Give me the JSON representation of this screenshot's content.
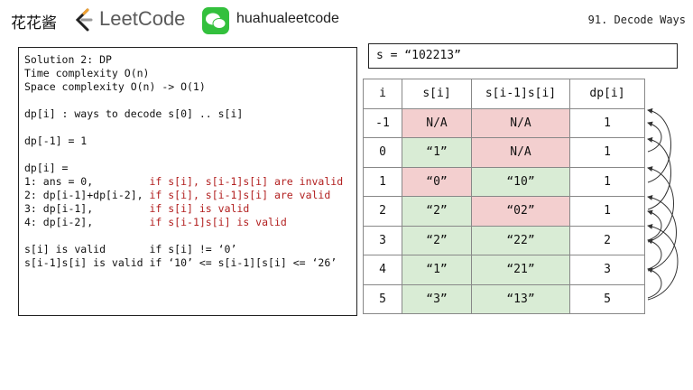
{
  "header": {
    "brand_cn": "花花酱",
    "logo_text": "LeetCode",
    "wechat_name": "huahualeetcode",
    "problem_title": "91. Decode Ways"
  },
  "notes": {
    "line1": "Solution 2: DP",
    "line2": "Time complexity O(n)",
    "line3": "Space complexity O(n) -> O(1)",
    "line4": "dp[i] : ways to decode s[0] .. s[i]",
    "line5": "dp[-1] = 1",
    "line6": "dp[i] =",
    "rule1_code": "1: ans = 0,         ",
    "rule1_cond": "if s[i], s[i-1]s[i] are invalid",
    "rule2_code": "2: dp[i-1]+dp[i-2], ",
    "rule2_cond": "if s[i], s[i-1]s[i] are valid",
    "rule3_code": "3: dp[i-1],         ",
    "rule3_cond": "if s[i] is valid",
    "rule4_code": "4: dp[i-2],         ",
    "rule4_cond": "if s[i-1]s[i] is valid",
    "valid1": "s[i] is valid       if s[i] != ‘0’",
    "valid2": "s[i-1]s[i] is valid if ‘10’ <= s[i-1][s[i] <= ‘26’"
  },
  "s_value": "s = “102213”",
  "table": {
    "headers": [
      "i",
      "s[i]",
      "s[i-1]s[i]",
      "dp[i]"
    ],
    "rows": [
      {
        "i": "-1",
        "si": "N/A",
        "pair": "N/A",
        "dp": "1"
      },
      {
        "i": "0",
        "si": "“1”",
        "pair": "N/A",
        "dp": "1"
      },
      {
        "i": "1",
        "si": "“0”",
        "pair": "“10”",
        "dp": "1"
      },
      {
        "i": "2",
        "si": "“2”",
        "pair": "“02”",
        "dp": "1"
      },
      {
        "i": "3",
        "si": "“2”",
        "pair": "“22”",
        "dp": "2"
      },
      {
        "i": "4",
        "si": "“1”",
        "pair": "“21”",
        "dp": "3"
      },
      {
        "i": "5",
        "si": "“3”",
        "pair": "“13”",
        "dp": "5"
      }
    ]
  },
  "colors": {
    "invalid": "#f3cfcf",
    "valid": "#d9ecd5",
    "condition_text": "#b21f1f",
    "wechat_green": "#33c03d"
  }
}
